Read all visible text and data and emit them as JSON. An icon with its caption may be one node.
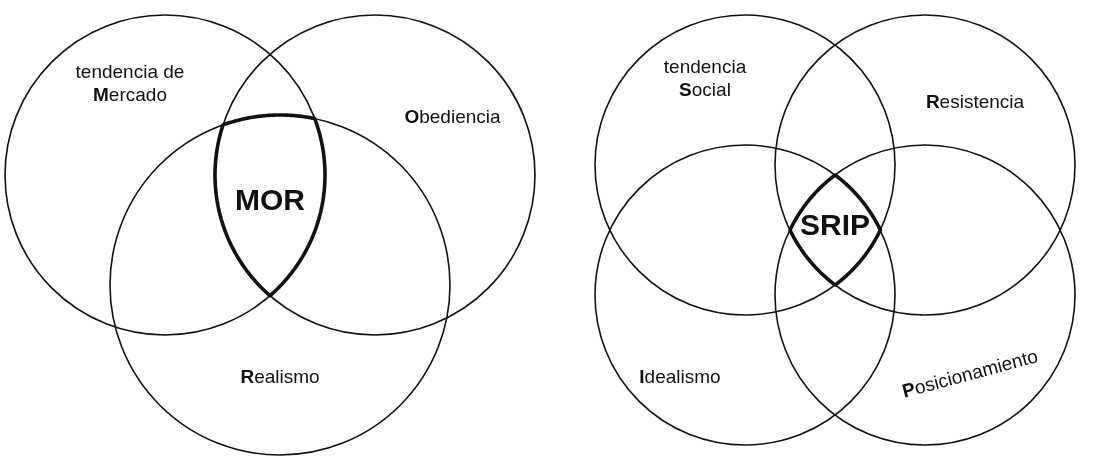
{
  "diagram": {
    "nodes": [
      {
        "text": [
          "tendencia de **M**ercado"
        ]
      },
      {
        "text": [
          "**O**bediencia"
        ]
      },
      {
        "text": [
          "**R**ealismo"
        ]
      },
      {
        "text": [
          "MOR"
        ]
      },
      {
        "text": [
          "tendencia **S**ocial"
        ]
      },
      {
        "text": [
          "**R**esistencia"
        ]
      },
      {
        "text": [
          "**I**dealismo"
        ]
      },
      {
        "text": [
          "**P**osicionamiento"
        ]
      },
      {
        "text": [
          "SRIP"
        ]
      }
    ]
  }
}
